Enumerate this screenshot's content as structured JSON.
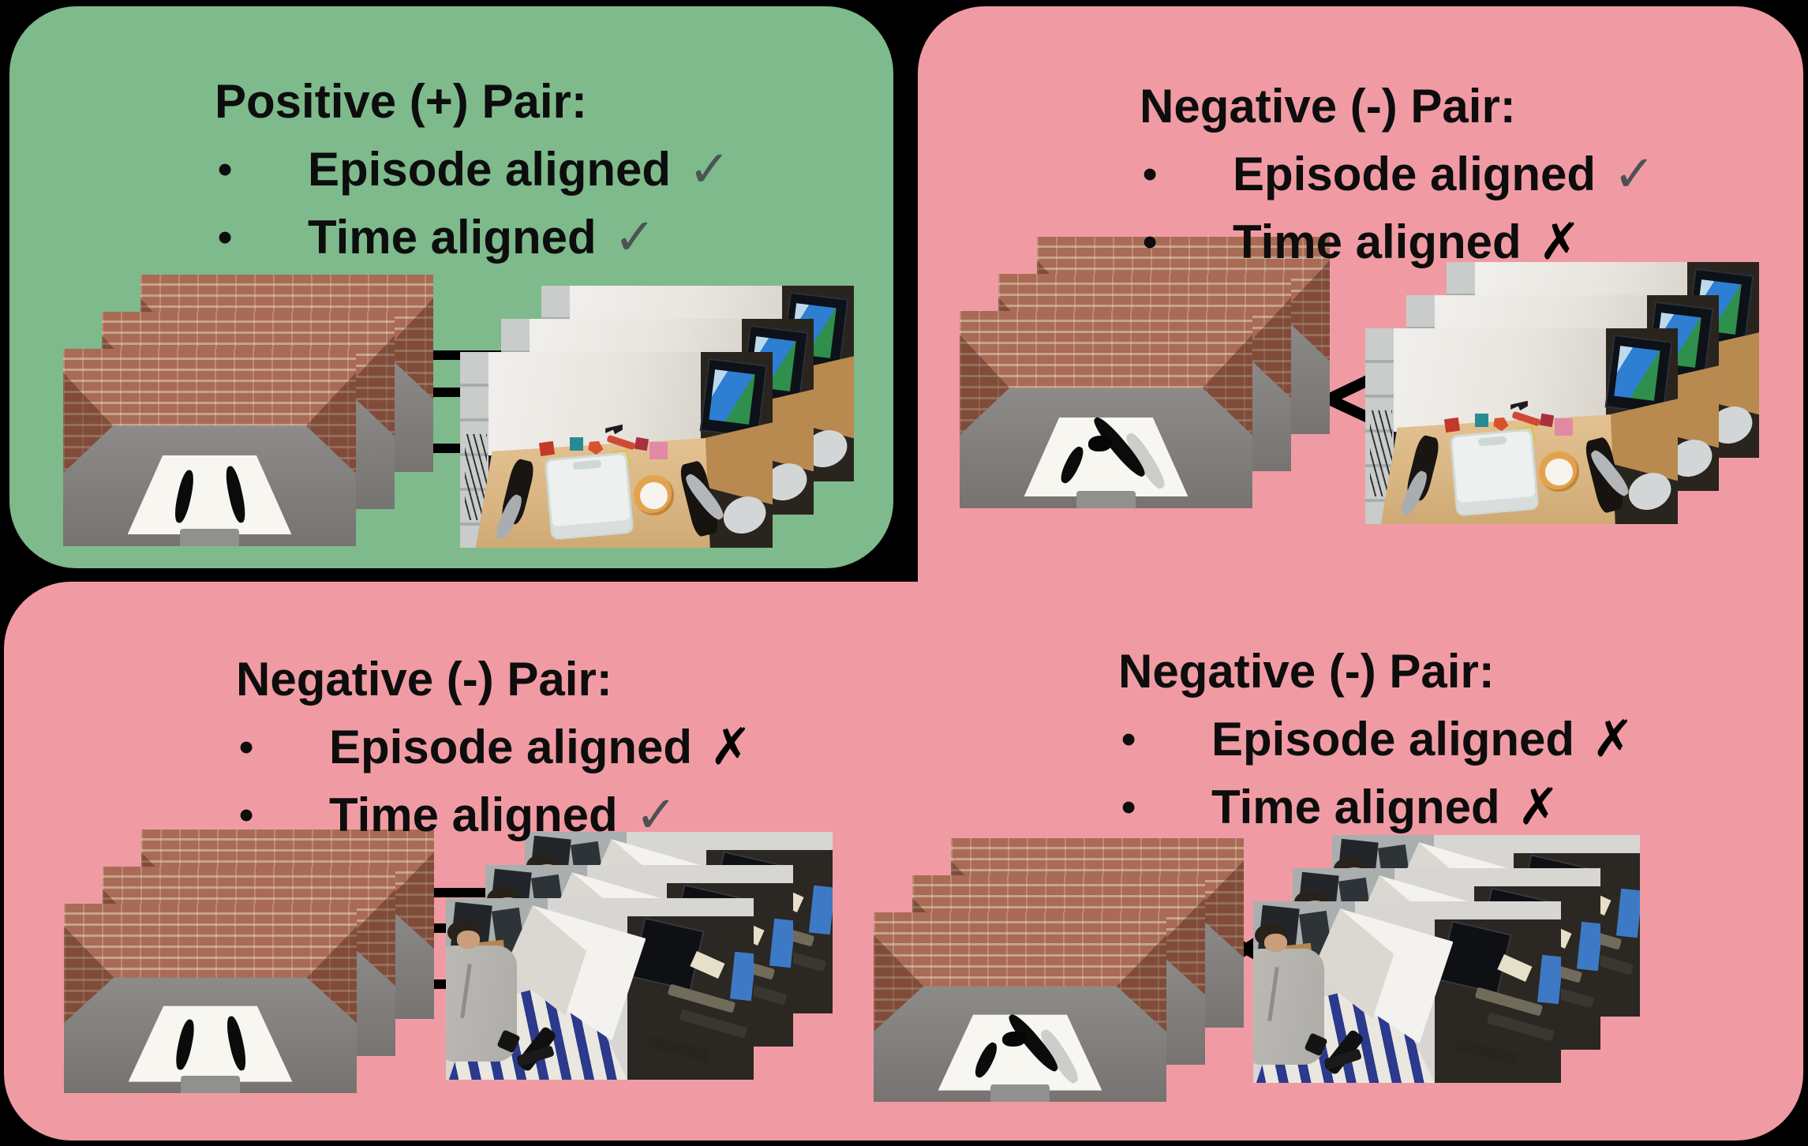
{
  "figure": {
    "background_color": "#000000",
    "text_color": "#0D0D0D",
    "check_color": "#4D5255",
    "cross_color": "#000000",
    "line_color": "#000000",
    "positive_panel_color": "#7EBA8C",
    "negative_panel_color": "#F09BA3"
  },
  "panels": [
    {
      "name": "positive-pair",
      "background_color": "#7EBA8C",
      "title": "Positive (+) Pair:",
      "bullets": [
        {
          "bullet": "•",
          "text": "Episode aligned",
          "mark": "✓",
          "mark_meaning": "aligned"
        },
        {
          "bullet": "•",
          "text": "Time aligned",
          "mark": "✓",
          "mark_meaning": "aligned"
        }
      ],
      "left_stack": {
        "content": "simulation-observation-frames",
        "count": 3
      },
      "right_stack": {
        "content": "real-robot-tabletop-frames",
        "count": 3
      },
      "connection": "three-parallel-lines"
    },
    {
      "name": "negative-pair-time-misaligned",
      "background_color": "#F09BA3",
      "title": "Negative (-) Pair:",
      "bullets": [
        {
          "bullet": "•",
          "text": "Episode aligned",
          "mark": "✓",
          "mark_meaning": "aligned"
        },
        {
          "bullet": "•",
          "text": "Time aligned",
          "mark": "✗",
          "mark_meaning": "misaligned"
        }
      ],
      "left_stack": {
        "content": "simulation-observation-frames",
        "count": 3
      },
      "right_stack": {
        "content": "real-robot-tabletop-frames",
        "count": 3
      },
      "connection": "crossed-lines"
    },
    {
      "name": "negative-pair-episode-misaligned",
      "background_color": "#F09BA3",
      "title": "Negative (-) Pair:",
      "bullets": [
        {
          "bullet": "•",
          "text": "Episode aligned",
          "mark": "✗",
          "mark_meaning": "misaligned"
        },
        {
          "bullet": "•",
          "text": "Time aligned",
          "mark": "✓",
          "mark_meaning": "aligned"
        }
      ],
      "left_stack": {
        "content": "simulation-observation-frames",
        "count": 3
      },
      "right_stack": {
        "content": "real-robot-furniture-frames",
        "count": 3
      },
      "connection": "three-parallel-lines"
    },
    {
      "name": "negative-pair-episode-and-time-misaligned",
      "background_color": "#F09BA3",
      "title": "Negative (-) Pair:",
      "bullets": [
        {
          "bullet": "•",
          "text": "Episode aligned",
          "mark": "✗",
          "mark_meaning": "misaligned"
        },
        {
          "bullet": "•",
          "text": "Time aligned",
          "mark": "✗",
          "mark_meaning": "misaligned"
        }
      ],
      "left_stack": {
        "content": "simulation-observation-frames",
        "count": 3
      },
      "right_stack": {
        "content": "real-robot-furniture-frames",
        "count": 3
      },
      "connection": "crossed-lines"
    }
  ]
}
